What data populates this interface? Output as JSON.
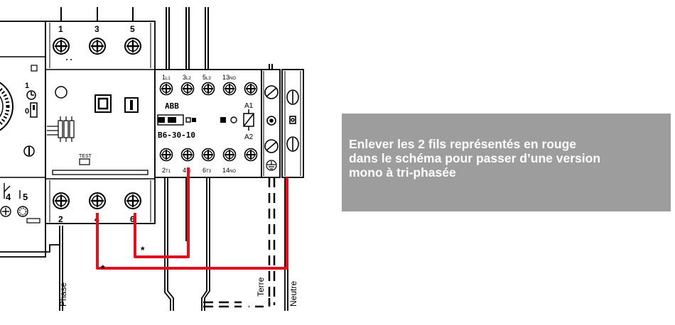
{
  "diagram": {
    "breaker": {
      "top_terminals": [
        "1",
        "3",
        "5"
      ],
      "bottom_terminals": [
        "2",
        "4",
        "6"
      ],
      "test_label": "TEST"
    },
    "contactor": {
      "brand": "ABB",
      "model": "B6-30-10",
      "top_terminals": [
        {
          "base": "1",
          "sub": "L1"
        },
        {
          "base": "3",
          "sub": "L2"
        },
        {
          "base": "5",
          "sub": "L3"
        },
        {
          "base": "13",
          "sub": "NO"
        }
      ],
      "bottom_terminals": [
        {
          "base": "2",
          "sub": "T1"
        },
        {
          "base": "4",
          "sub": "T2"
        },
        {
          "base": "6",
          "sub": "T3"
        },
        {
          "base": "14",
          "sub": "NO"
        }
      ],
      "coil_top": "A1",
      "coil_bottom": "A2"
    },
    "timer": {
      "dial_marks": [
        "1",
        "0"
      ],
      "relay_terminals": [
        "4",
        "5"
      ]
    },
    "wire_labels": [
      "Phase",
      "Terre",
      "Neutre"
    ],
    "asterisks": [
      "*",
      "*"
    ],
    "red_wire_color": "#e0101e"
  },
  "callout": {
    "lines": [
      "Enlever les 2 fils représentés en rouge",
      "dans le schéma pour passer d’une version",
      "mono à tri-phasée"
    ],
    "background": "#9d9d9d"
  }
}
